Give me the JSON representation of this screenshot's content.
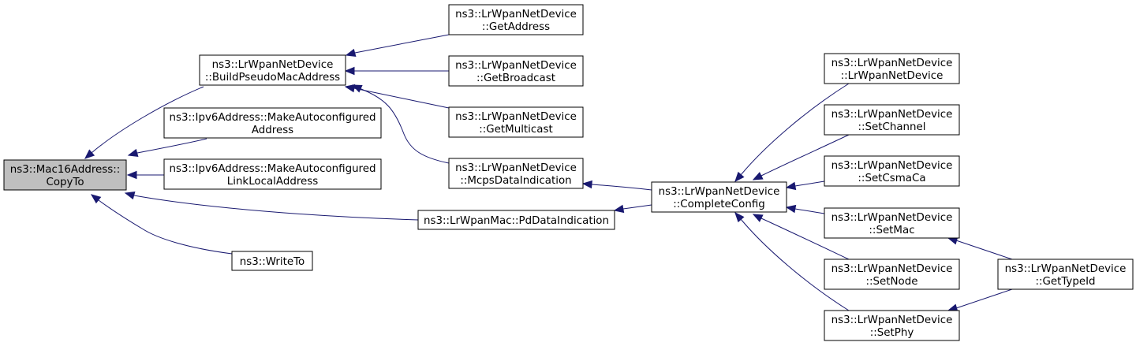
{
  "nodes": {
    "copyto": [
      "ns3::Mac16Address::",
      "CopyTo"
    ],
    "build": [
      "ns3::LrWpanNetDevice",
      "::BuildPseudoMacAddress"
    ],
    "mkauto": [
      "ns3::Ipv6Address::MakeAutoconfigured",
      "Address"
    ],
    "mkautoll": [
      "ns3::Ipv6Address::MakeAutoconfigured",
      "LinkLocalAddress"
    ],
    "pddata": [
      "ns3::LrWpanMac::PdDataIndication"
    ],
    "writeto": [
      "ns3::WriteTo"
    ],
    "getaddr": [
      "ns3::LrWpanNetDevice",
      "::GetAddress"
    ],
    "getbcast": [
      "ns3::LrWpanNetDevice",
      "::GetBroadcast"
    ],
    "getmcast": [
      "ns3::LrWpanNetDevice",
      "::GetMulticast"
    ],
    "mcps": [
      "ns3::LrWpanNetDevice",
      "::McpsDataIndication"
    ],
    "complete": [
      "ns3::LrWpanNetDevice",
      "::CompleteConfig"
    ],
    "ctor": [
      "ns3::LrWpanNetDevice",
      "::LrWpanNetDevice"
    ],
    "setchan": [
      "ns3::LrWpanNetDevice",
      "::SetChannel"
    ],
    "setcsma": [
      "ns3::LrWpanNetDevice",
      "::SetCsmaCa"
    ],
    "setmac": [
      "ns3::LrWpanNetDevice",
      "::SetMac"
    ],
    "setnode": [
      "ns3::LrWpanNetDevice",
      "::SetNode"
    ],
    "setphy": [
      "ns3::LrWpanNetDevice",
      "::SetPhy"
    ],
    "gettype": [
      "ns3::LrWpanNetDevice",
      "::GetTypeId"
    ]
  },
  "edges": [
    [
      "build",
      "copyto"
    ],
    [
      "mkauto",
      "copyto"
    ],
    [
      "mkautoll",
      "copyto"
    ],
    [
      "pddata",
      "copyto"
    ],
    [
      "writeto",
      "copyto"
    ],
    [
      "getaddr",
      "build"
    ],
    [
      "getbcast",
      "build"
    ],
    [
      "getmcast",
      "build"
    ],
    [
      "mcps",
      "build"
    ],
    [
      "complete",
      "mcps"
    ],
    [
      "complete",
      "pddata"
    ],
    [
      "ctor",
      "complete"
    ],
    [
      "setchan",
      "complete"
    ],
    [
      "setcsma",
      "complete"
    ],
    [
      "setmac",
      "complete"
    ],
    [
      "setnode",
      "complete"
    ],
    [
      "setphy",
      "complete"
    ],
    [
      "gettype",
      "setmac"
    ],
    [
      "gettype",
      "setphy"
    ]
  ],
  "colors": {
    "edge": "#191970",
    "root_fill": "#bfbfbf",
    "node_fill": "#ffffff",
    "node_border": "#000000"
  }
}
